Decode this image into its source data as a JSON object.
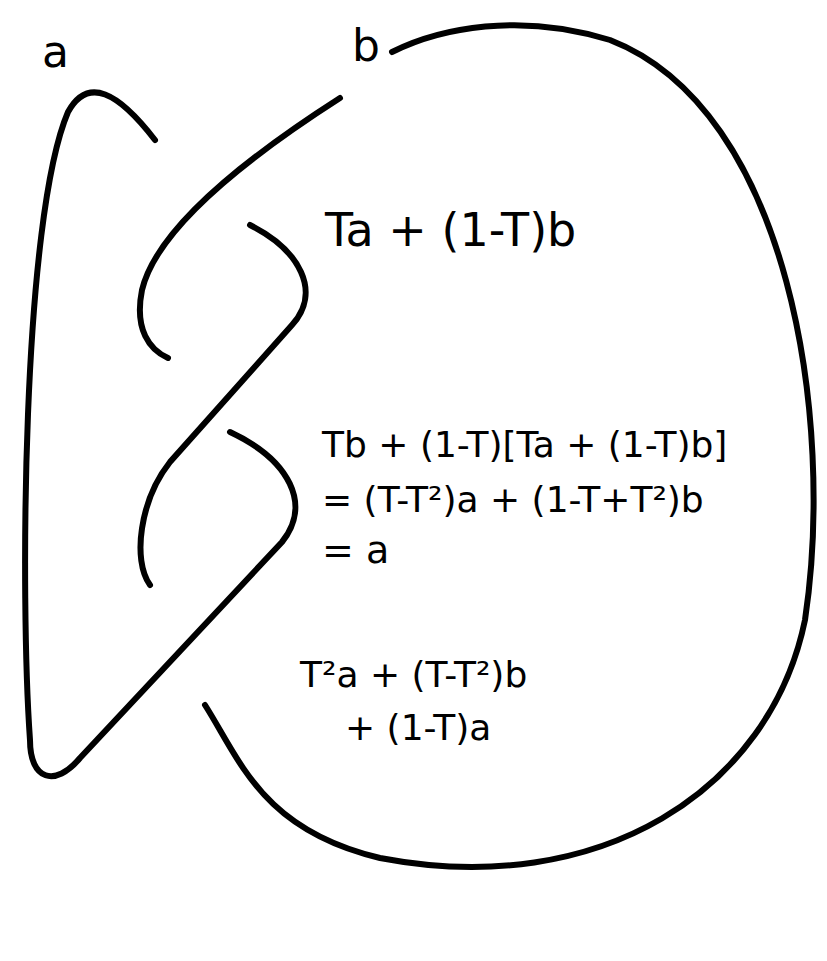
{
  "diagram": {
    "labels": [
      "a",
      "b",
      "Ta + (1-T)b",
      "Tb + (1-T)[Ta + (1-T)b]",
      "= (T-T²)a + (1-T+T²)b",
      "= a",
      "T²a + (T-T²)b",
      "+ (1-T)a"
    ]
  }
}
